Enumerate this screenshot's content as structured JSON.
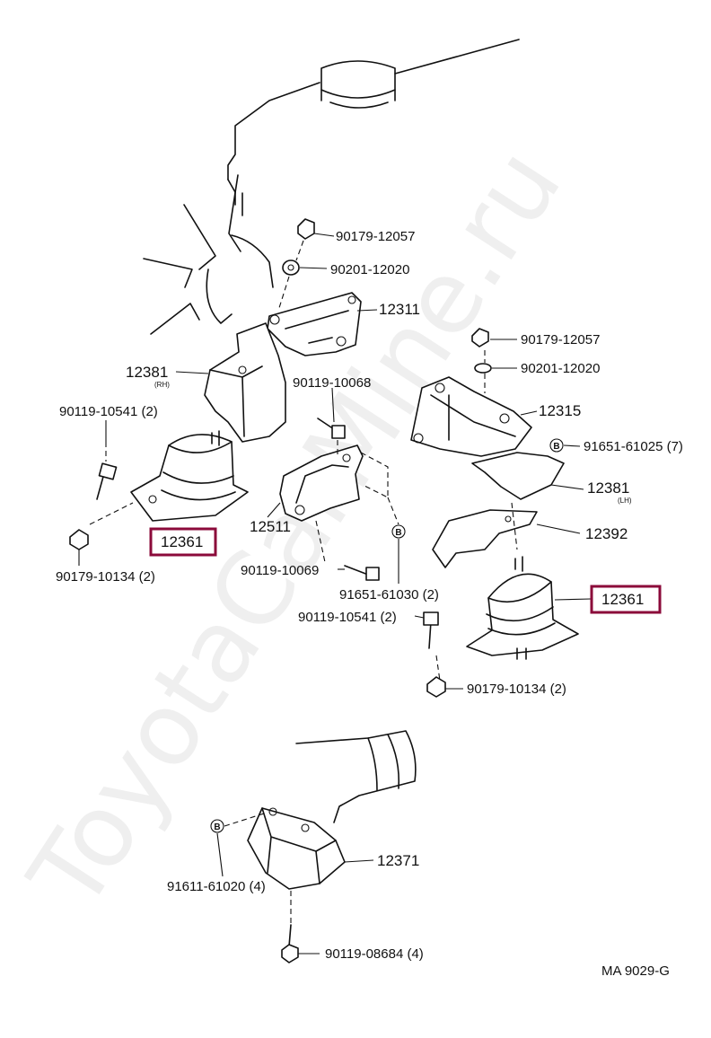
{
  "watermark": "ToyotaCarMine.ru",
  "code": "MA  9029-G",
  "labels": {
    "nut_rh_top": "90179-12057",
    "washer_rh_top": "90201-12020",
    "bracket_rh": "12311",
    "insulator_rh": "12381",
    "insulator_rh_sub": "(RH)",
    "bolt_center_top": "90119-10068",
    "bolt_left": "90119-10541 (2)",
    "mount_left": "12361",
    "bracket_center": "12511",
    "nut_left": "90179-10134 (2)",
    "bolt_center_bottom": "90119-10069",
    "bolt_center_b": "91651-61030 (2)",
    "nut_lh_top": "90179-12057",
    "washer_lh_top": "90201-12020",
    "bracket_lh": "12315",
    "bolt_lh_b": "91651-61025 (7)",
    "insulator_lh": "12381",
    "insulator_lh_sub": "(LH)",
    "plate_lh": "12392",
    "mount_right": "12361",
    "bolt_right": "90119-10541 (2)",
    "nut_right": "90179-10134 (2)",
    "mount_rear": "12371",
    "bolt_rear_b": "91611-61020 (4)",
    "bolt_rear_bottom": "90119-08684 (4)",
    "b_mark": "B"
  },
  "highlight_color": "#8b0a3a"
}
